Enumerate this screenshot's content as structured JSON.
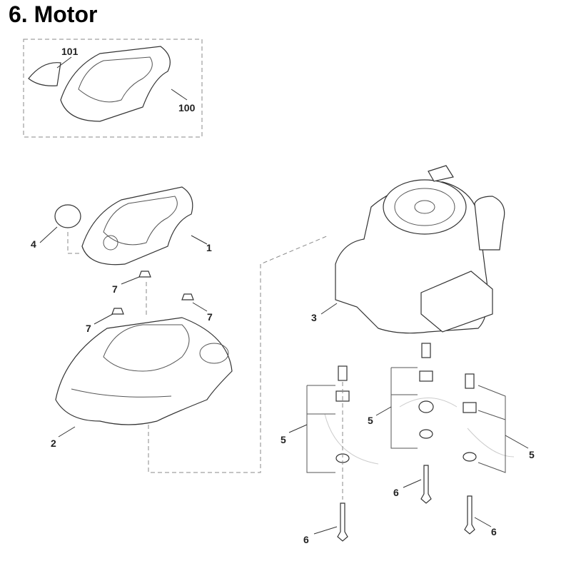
{
  "title": "6. Motor",
  "callouts": {
    "p101": "101",
    "p100": "100",
    "p4": "4",
    "p1": "1",
    "p7a": "7",
    "p7b": "7",
    "p7c": "7",
    "p2": "2",
    "p3": "3",
    "p5a": "5",
    "p5b": "5",
    "p5c": "5",
    "p6a": "6",
    "p6b": "6",
    "p6c": "6"
  }
}
